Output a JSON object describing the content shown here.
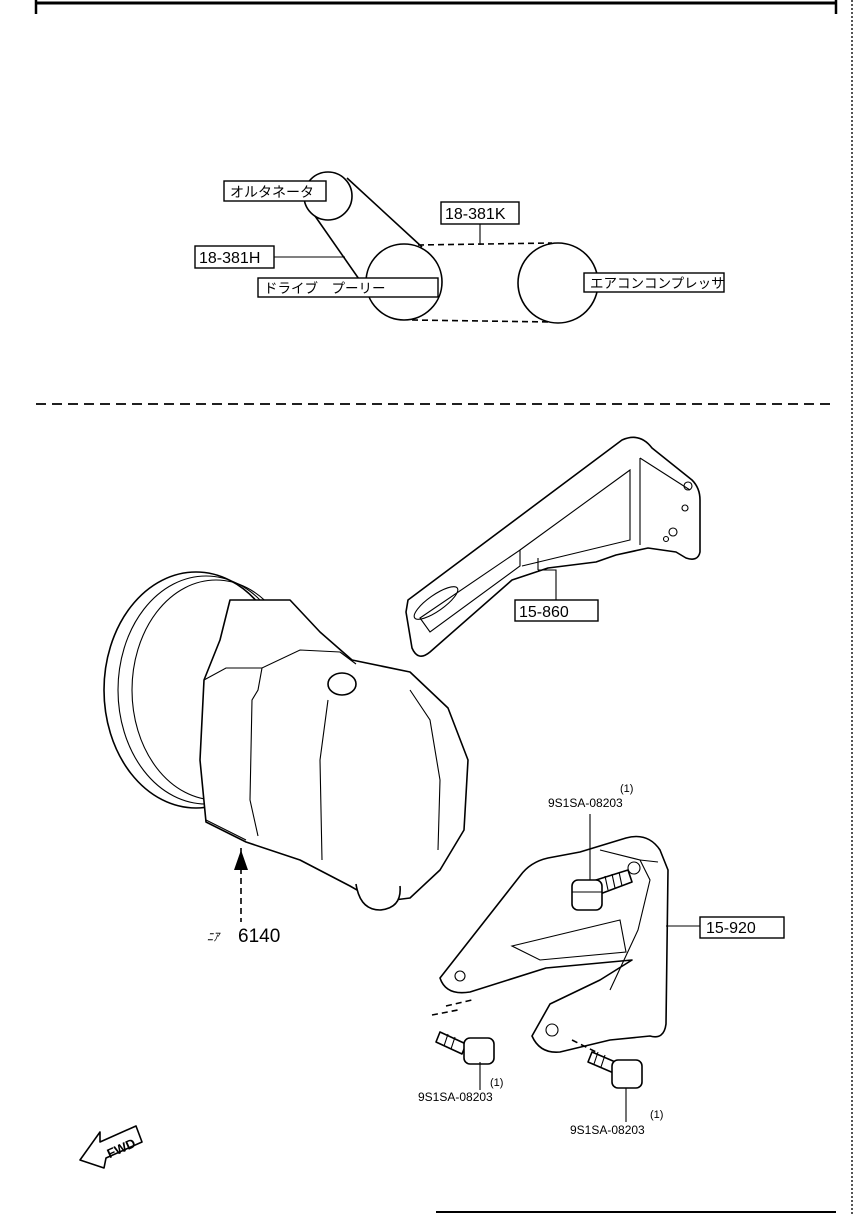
{
  "belt_diagram": {
    "alternator_label": "オルタネータ",
    "drive_pulley_label": "ドライブ　プーリー",
    "ac_compressor_label": "エアコンコンプレッサ",
    "belt_ref_h": "18-381H",
    "belt_ref_k": "18-381K"
  },
  "parts": {
    "bracket_upper_ref": "15-860",
    "bracket_lower_ref": "15-920",
    "compressor_ref_prefix": "ﾆｱ",
    "compressor_ref": "6140",
    "bolts": [
      {
        "part_no": "9S1SA-08203",
        "qty": "(1)"
      },
      {
        "part_no": "9S1SA-08203",
        "qty": "(1)"
      },
      {
        "part_no": "9S1SA-08203",
        "qty": "(1)"
      }
    ]
  },
  "fwd_label": "FWD"
}
